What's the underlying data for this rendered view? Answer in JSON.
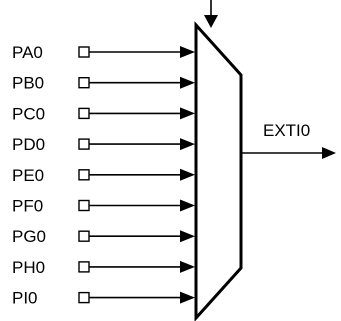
{
  "inputs": [
    {
      "label": "PA0"
    },
    {
      "label": "PB0"
    },
    {
      "label": "PC0"
    },
    {
      "label": "PD0"
    },
    {
      "label": "PE0"
    },
    {
      "label": "PF0"
    },
    {
      "label": "PG0"
    },
    {
      "label": "PH0"
    },
    {
      "label": "PI0"
    }
  ],
  "output": {
    "label": "EXTI0"
  }
}
